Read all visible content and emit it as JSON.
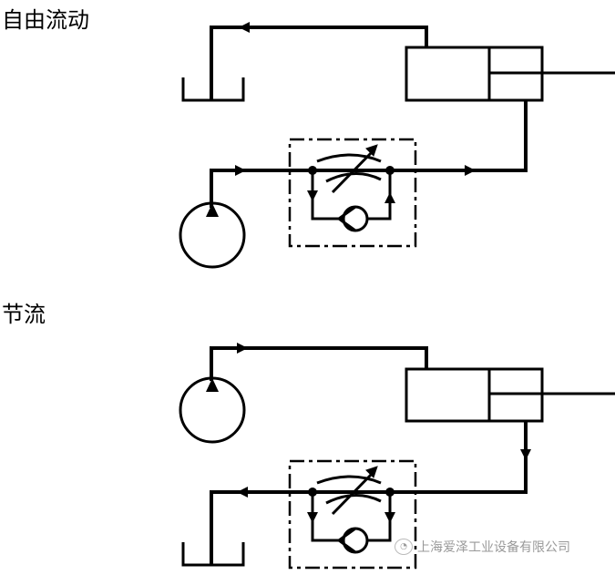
{
  "sections": [
    {
      "title": "自由流动"
    },
    {
      "title": "节流"
    }
  ],
  "watermark": {
    "text": "上海爱泽工业设备有限公司",
    "icon": "wechat-icon"
  }
}
